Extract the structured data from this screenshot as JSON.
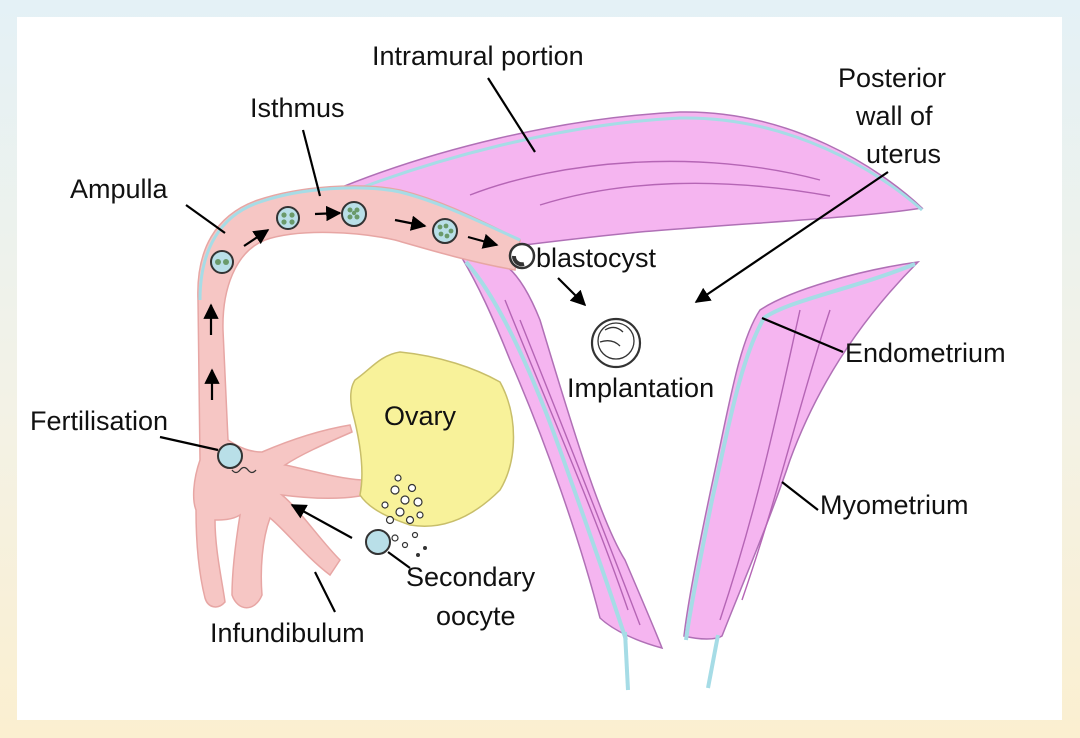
{
  "colors": {
    "tube": "#f6c6c4",
    "tube_edge": "#e7a6a4",
    "uterus": "#f5b5f0",
    "uterus_edge": "#b070b6",
    "endometrium": "#a6dce6",
    "ovary": "#f8f29a",
    "ovary_edge": "#c8be6a",
    "cell": "#b9dfe8",
    "frame_bg": "#ffffff"
  },
  "labels": {
    "intramural_portion": "Intramural portion",
    "posterior_wall_line1": "Posterior",
    "posterior_wall_line2": "wall of",
    "posterior_wall_line3": "uterus",
    "isthmus": "Isthmus",
    "ampulla": "Ampulla",
    "blastocyst": "blastocyst",
    "implantation": "Implantation",
    "endometrium": "Endometrium",
    "ovary": "Ovary",
    "fertilisation": "Fertilisation",
    "myometrium": "Myometrium",
    "secondary_oocyte_line1": "Secondary",
    "secondary_oocyte_line2": "oocyte",
    "infundibulum": "Infundibulum"
  }
}
